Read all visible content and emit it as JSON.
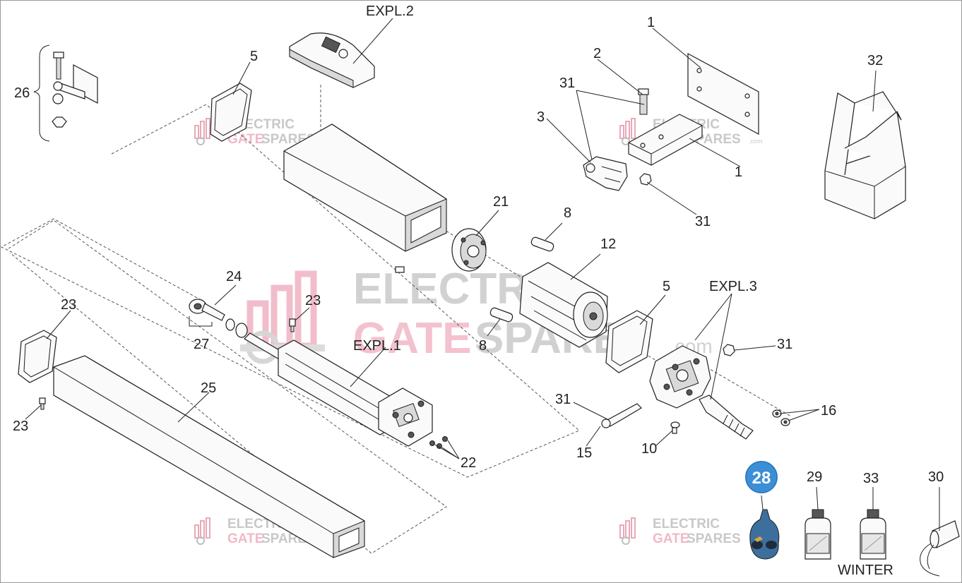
{
  "watermark": {
    "line1": "ELECTRIC",
    "line2_a": "GATE",
    "line2_b": "SPARES",
    "suffix": ".com",
    "gray": "#b9b9b9",
    "pink": "#f2b8c6"
  },
  "labels": {
    "expl2": "EXPL.2",
    "expl1": "EXPL.1",
    "expl3": "EXPL.3",
    "winter": "WINTER",
    "p1a": "1",
    "p1b": "1",
    "p2": "2",
    "p3": "3",
    "p5a": "5",
    "p5b": "5",
    "p8a": "8",
    "p8b": "8",
    "p10": "10",
    "p12": "12",
    "p15": "15",
    "p16": "16",
    "p21": "21",
    "p22": "22",
    "p23a": "23",
    "p23b": "23",
    "p23c": "23",
    "p24": "24",
    "p25": "25",
    "p26": "26",
    "p27": "27",
    "p28": "28",
    "p29": "29",
    "p30": "30",
    "p31a": "31",
    "p31b": "31",
    "p31c": "31",
    "p31d": "31",
    "p32": "32",
    "p33": "33"
  },
  "badge": {
    "color": "#3b8fd6"
  }
}
